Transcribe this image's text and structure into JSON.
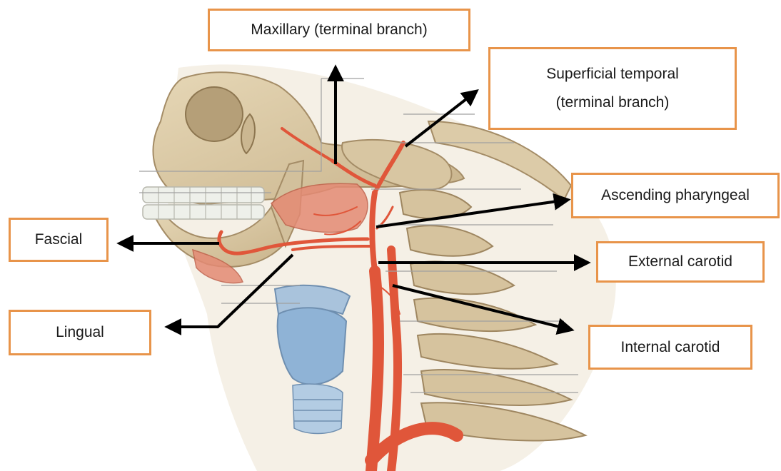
{
  "diagram": {
    "labels": {
      "maxillary": "Maxillary (terminal branch)",
      "superficial_temporal_line1": "Superficial temporal",
      "superficial_temporal_line2": "(terminal branch)",
      "ascending_pharyngeal": "Ascending pharyngeal",
      "external_carotid": "External carotid",
      "internal_carotid": "Internal carotid",
      "fascial": "Fascial",
      "lingual": "Lingual"
    },
    "colors": {
      "label_border": "#e8944a",
      "arrow": "#000000",
      "bone": "#d9c7a3",
      "artery": "#e0563a",
      "muscle": "#e48a74",
      "cartilage": "#8fb3d6",
      "teeth": "#eef0ea"
    }
  }
}
